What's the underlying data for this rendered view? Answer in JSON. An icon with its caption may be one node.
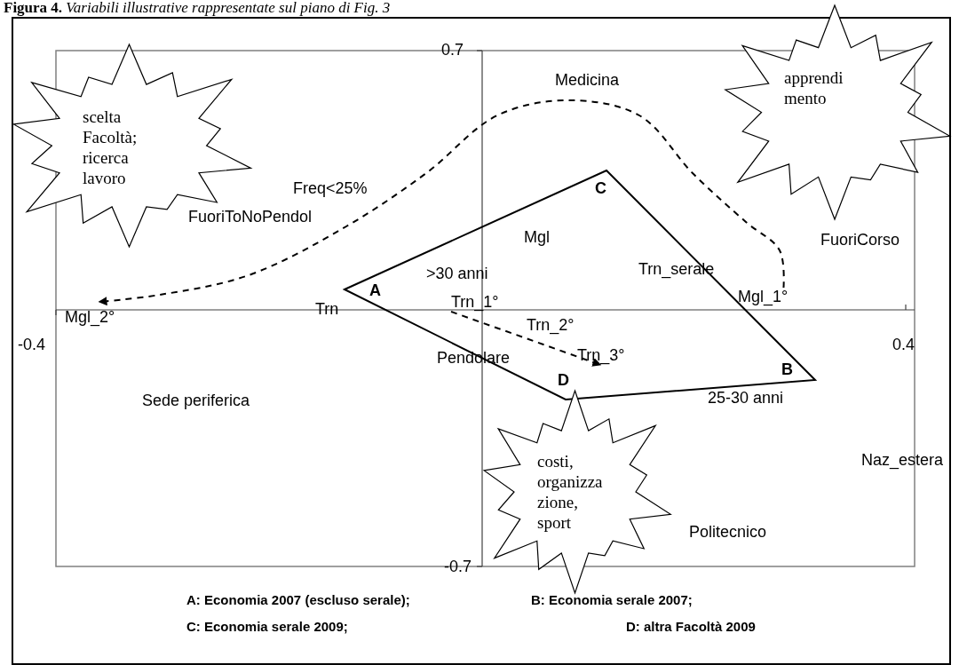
{
  "diagram": {
    "title": "**Figura 4.** *Variabili illustrative rappresentate sul piano di Fig. 3*",
    "nodes": [
      {
        "text": [
          "apprendi mento"
        ]
      },
      {
        "text": [
          "scelta Facoltà; ricerca lavoro"
        ]
      },
      {
        "text": [
          "Mgl_1°"
        ]
      },
      {
        "text": [
          "Mgl_2°"
        ]
      },
      {
        "text": [
          "Trn_1°"
        ]
      },
      {
        "text": [
          "Trn_3°"
        ]
      },
      {
        "text": [
          "costi, organizza zione, sport"
        ]
      }
    ],
    "edges": [
      {
        "from": 2,
        "to": 3,
        "arrow": "to",
        "style": "dashed"
      },
      {
        "from": 4,
        "to": 5,
        "arrow": "to",
        "style": "dashed"
      }
    ],
    "labels": [
      "0.7",
      "Medicina",
      "C",
      "Freq<25%",
      "FuoriToNoPendol",
      "Mgl",
      "FuoriCorso",
      ">30 anni",
      "Trn_serale",
      "A",
      "Trn",
      "-0.4",
      "0.4",
      "Trn_2°",
      "Pendolare",
      "B",
      "D",
      "25-30 anni",
      "Sede periferica",
      "Naz_estera",
      "Politecnico",
      "-0.7",
      "A: Economia 2007 (escluso serale);",
      "B: Economia serale 2007;",
      "C: Economia serale 2009;",
      "D: altra Facoltà 2009"
    ]
  }
}
